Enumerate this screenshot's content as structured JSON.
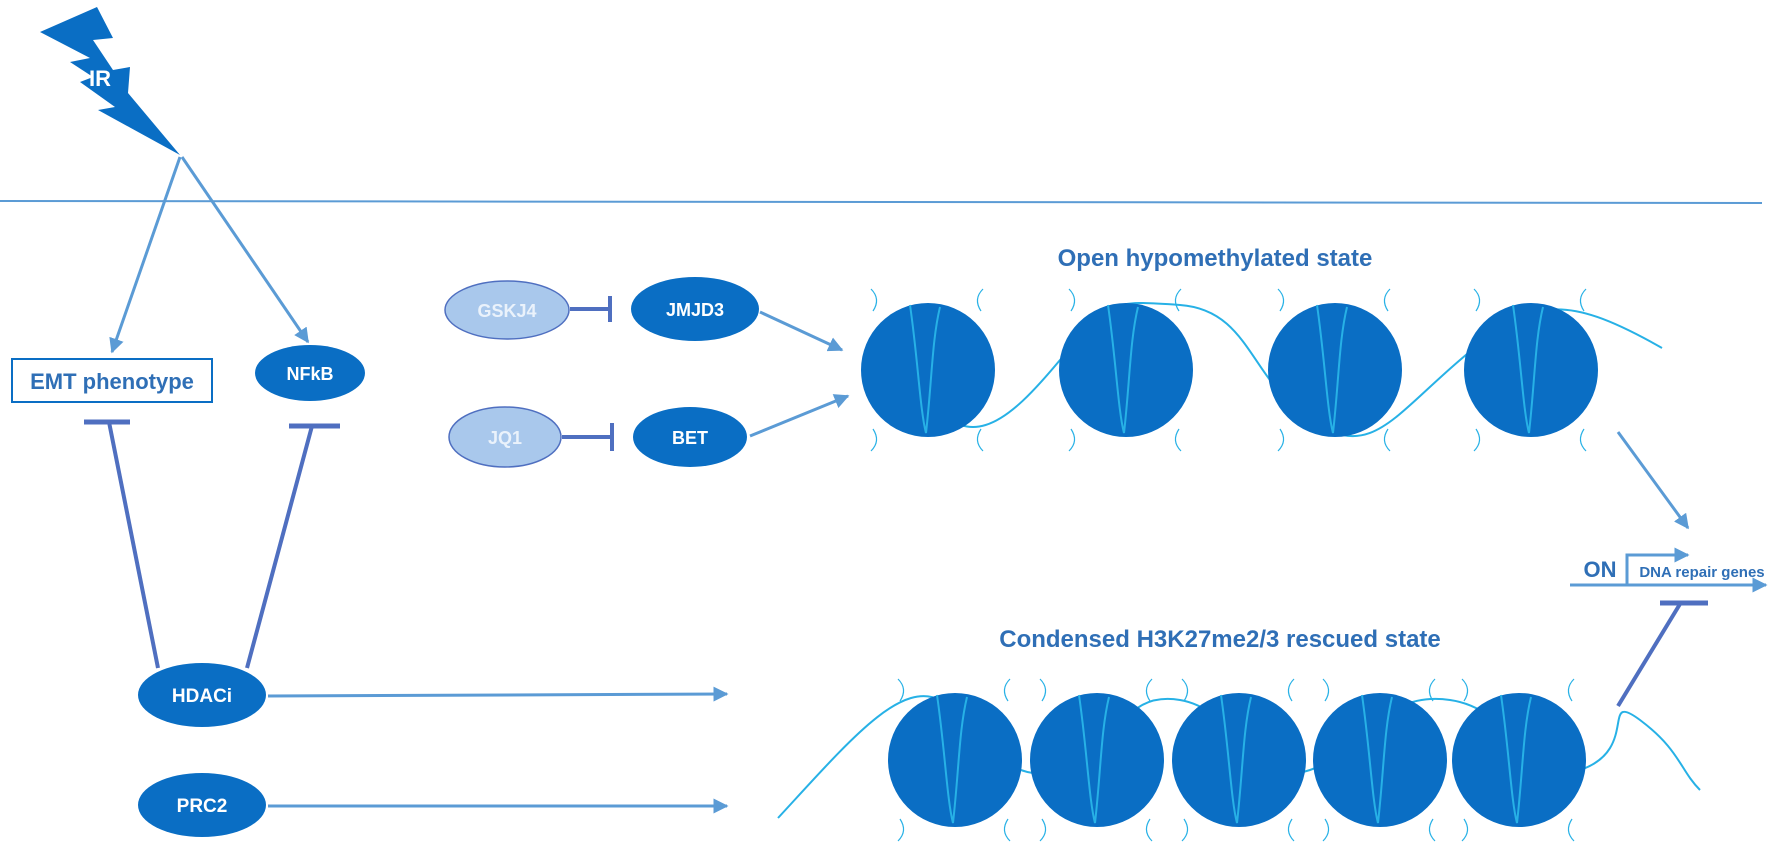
{
  "labels": {
    "ir": "IR",
    "emt": "EMT phenotype",
    "nfkb": "NFkB",
    "gskj4": "GSKJ4",
    "jmjd3": "JMJD3",
    "jq1": "JQ1",
    "bet": "BET",
    "hdaci": "HDACi",
    "prc2": "PRC2",
    "open_state": "Open hypomethylated state",
    "condensed_state": "Condensed H3K27me2/3 rescued state",
    "on": "ON",
    "dna_repair": "DNA repair genes"
  },
  "colors": {
    "dark": "#0a6ec4",
    "dark_text": "#2f6fb6",
    "light": "#a9c8ec",
    "light_text": "#eaf2fb",
    "arrow": "#5b9bd5",
    "inhibit": "#4f6fc0",
    "strand": "#27b1e6"
  }
}
